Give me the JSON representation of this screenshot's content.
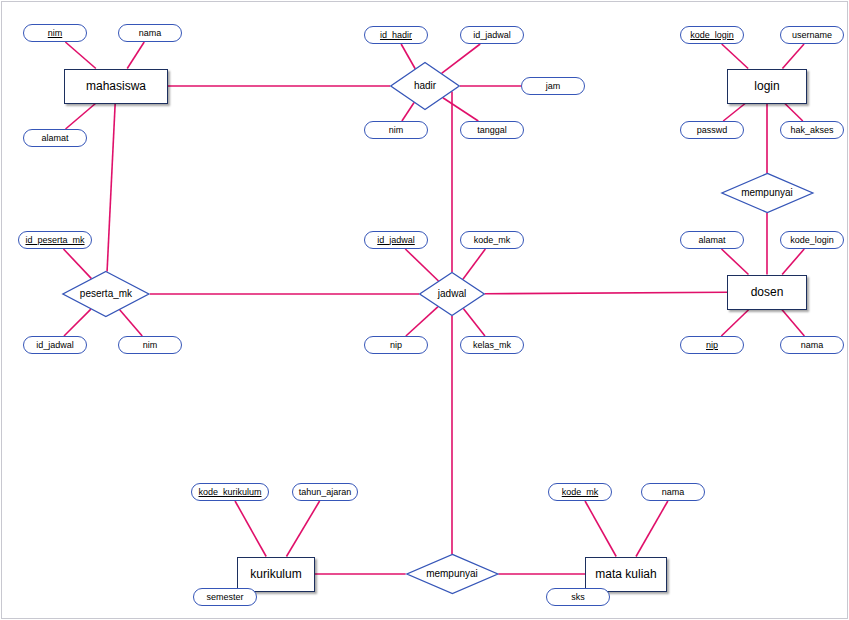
{
  "diagram": {
    "nodes": [
      {
        "text": [
          "mahasiswa"
        ]
      },
      {
        "text": [
          "nim"
        ]
      },
      {
        "text": [
          "nama"
        ]
      },
      {
        "text": [
          "alamat"
        ]
      },
      {
        "text": [
          "hadir"
        ]
      },
      {
        "text": [
          "id_hadir"
        ]
      },
      {
        "text": [
          "id_jadwal"
        ]
      },
      {
        "text": [
          "jam"
        ]
      },
      {
        "text": [
          "nim"
        ]
      },
      {
        "text": [
          "tanggal"
        ]
      },
      {
        "text": [
          "login"
        ]
      },
      {
        "text": [
          "kode_login"
        ]
      },
      {
        "text": [
          "username"
        ]
      },
      {
        "text": [
          "passwd"
        ]
      },
      {
        "text": [
          "hak_akses"
        ]
      },
      {
        "text": [
          "mempunyai"
        ]
      },
      {
        "text": [
          "peserta_mk"
        ]
      },
      {
        "text": [
          "id_peserta_mk"
        ]
      },
      {
        "text": [
          "id_jadwal"
        ]
      },
      {
        "text": [
          "nim"
        ]
      },
      {
        "text": [
          "jadwal"
        ]
      },
      {
        "text": [
          "id_jadwal"
        ]
      },
      {
        "text": [
          "kode_mk"
        ]
      },
      {
        "text": [
          "nip"
        ]
      },
      {
        "text": [
          "kelas_mk"
        ]
      },
      {
        "text": [
          "dosen"
        ]
      },
      {
        "text": [
          "alamat"
        ]
      },
      {
        "text": [
          "kode_login"
        ]
      },
      {
        "text": [
          "nip"
        ]
      },
      {
        "text": [
          "nama"
        ]
      },
      {
        "text": [
          "kurikulum"
        ]
      },
      {
        "text": [
          "kode_kurikulum"
        ]
      },
      {
        "text": [
          "tahun_ajaran"
        ]
      },
      {
        "text": [
          "semester"
        ]
      },
      {
        "text": [
          "mempunyai"
        ]
      },
      {
        "text": [
          "mata kuliah"
        ]
      },
      {
        "text": [
          "kode_mk"
        ]
      },
      {
        "text": [
          "nama"
        ]
      },
      {
        "text": [
          "sks"
        ]
      }
    ],
    "edges": [
      {
        "from": 0,
        "to": 1,
        "arrow": "none"
      },
      {
        "from": 0,
        "to": 2,
        "arrow": "none"
      },
      {
        "from": 0,
        "to": 3,
        "arrow": "none"
      },
      {
        "from": 0,
        "to": 4,
        "arrow": "none"
      },
      {
        "from": 4,
        "to": 5,
        "arrow": "none"
      },
      {
        "from": 4,
        "to": 6,
        "arrow": "none"
      },
      {
        "from": 4,
        "to": 7,
        "arrow": "none"
      },
      {
        "from": 4,
        "to": 8,
        "arrow": "none"
      },
      {
        "from": 4,
        "to": 9,
        "arrow": "none"
      },
      {
        "from": 4,
        "to": 20,
        "arrow": "none"
      },
      {
        "from": 10,
        "to": 11,
        "arrow": "none"
      },
      {
        "from": 10,
        "to": 12,
        "arrow": "none"
      },
      {
        "from": 10,
        "to": 13,
        "arrow": "none"
      },
      {
        "from": 10,
        "to": 14,
        "arrow": "none"
      },
      {
        "from": 10,
        "to": 15,
        "arrow": "none"
      },
      {
        "from": 15,
        "to": 25,
        "arrow": "none"
      },
      {
        "from": 0,
        "to": 16,
        "arrow": "none"
      },
      {
        "from": 16,
        "to": 17,
        "arrow": "none"
      },
      {
        "from": 16,
        "to": 18,
        "arrow": "none"
      },
      {
        "from": 16,
        "to": 19,
        "arrow": "none"
      },
      {
        "from": 16,
        "to": 20,
        "arrow": "none"
      },
      {
        "from": 20,
        "to": 21,
        "arrow": "none"
      },
      {
        "from": 20,
        "to": 22,
        "arrow": "none"
      },
      {
        "from": 20,
        "to": 23,
        "arrow": "none"
      },
      {
        "from": 20,
        "to": 24,
        "arrow": "none"
      },
      {
        "from": 20,
        "to": 25,
        "arrow": "none"
      },
      {
        "from": 25,
        "to": 26,
        "arrow": "none"
      },
      {
        "from": 25,
        "to": 27,
        "arrow": "none"
      },
      {
        "from": 25,
        "to": 28,
        "arrow": "none"
      },
      {
        "from": 25,
        "to": 29,
        "arrow": "none"
      },
      {
        "from": 20,
        "to": 34,
        "arrow": "none"
      },
      {
        "from": 30,
        "to": 31,
        "arrow": "none"
      },
      {
        "from": 30,
        "to": 32,
        "arrow": "none"
      },
      {
        "from": 30,
        "to": 33,
        "arrow": "none"
      },
      {
        "from": 30,
        "to": 34,
        "arrow": "none"
      },
      {
        "from": 34,
        "to": 35,
        "arrow": "none"
      },
      {
        "from": 35,
        "to": 36,
        "arrow": "none"
      },
      {
        "from": 35,
        "to": 37,
        "arrow": "none"
      },
      {
        "from": 35,
        "to": 38,
        "arrow": "none"
      }
    ]
  }
}
